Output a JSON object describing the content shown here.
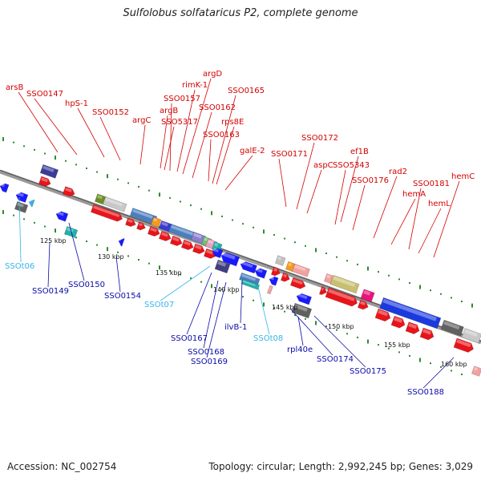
{
  "title": "Sulfolobus solfataricus P2, complete genome",
  "footer": {
    "accession": "Accession: NC_002754",
    "info": "Topology: circular; Length: 2,992,245 bp; Genes: 3,029"
  },
  "colors": {
    "forward_label": "#d40000",
    "reverse_label": "#0a0aa8",
    "rna_label": "#38b4e8",
    "backbone": "#888888",
    "tick_dots": "#2e8b2e"
  },
  "scale_ticks": [
    "125 kbp",
    "130 kbp",
    "135 kbp",
    "140 kbp",
    "145 kbp",
    "150 kbp",
    "155 kbp",
    "160 kbp"
  ],
  "forward_labels": [
    "arsB",
    "SSO0147",
    "hpS-1",
    "SSO0152",
    "argC",
    "argB",
    "SSO5317",
    "SSO0157",
    "rimK-1",
    "argD",
    "SSO0162",
    "SSO0163",
    "rps8E",
    "SSO0165",
    "galE-2",
    "SSO0171",
    "SSO0172",
    "aspC",
    "SSO5343",
    "ef1B",
    "SSO0176",
    "rad2",
    "hemA",
    "SSO0181",
    "hemL",
    "hemC"
  ],
  "reverse_labels": [
    "SSOt06",
    "SSO0149",
    "SSO0150",
    "SSO0154",
    "SSOt07",
    "SSO0167",
    "SSO0168",
    "SSO0169",
    "ilvB-1",
    "SSOt08",
    "rpl40e",
    "SSO0174",
    "SSO0175",
    "SSO0188"
  ]
}
